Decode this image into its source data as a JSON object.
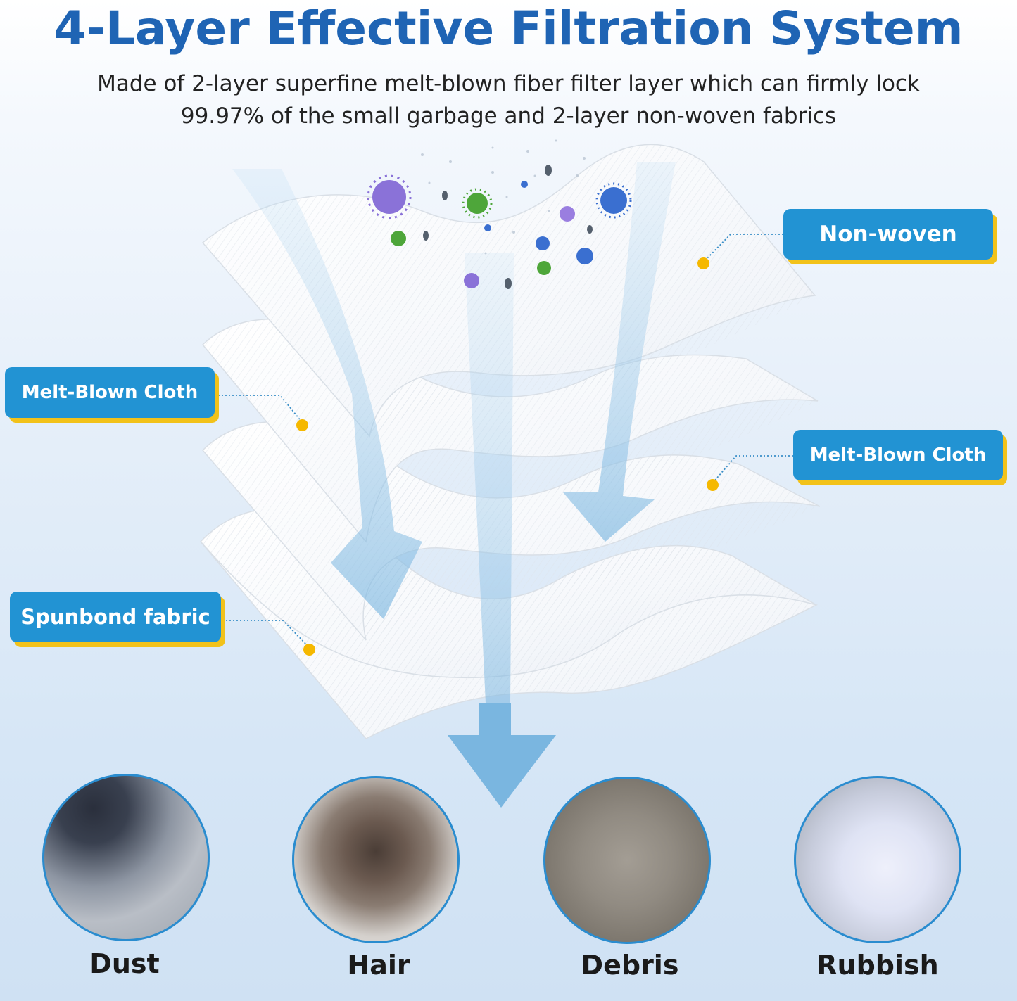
{
  "header": {
    "title": "4-Layer Effective Filtration System",
    "subtitle_line1": "Made of 2-layer superfine melt-blown fiber filter layer which can firmly lock",
    "subtitle_line2": "99.97% of the small garbage and 2-layer non-woven fabrics"
  },
  "layers": {
    "nonwoven": "Non-woven",
    "melt_blown_left": "Melt-Blown Cloth",
    "melt_blown_right": "Melt-Blown Cloth",
    "spunbond": "Spunbond fabric"
  },
  "debris_types": [
    {
      "label": "Dust"
    },
    {
      "label": "Hair"
    },
    {
      "label": "Debris"
    },
    {
      "label": "Rubbish"
    }
  ],
  "colors": {
    "title": "#1f64b4",
    "label_bg": "#2293d3",
    "label_shadow": "#f2c21a",
    "dot": "#f5b800",
    "arrow": "#7ab6e0",
    "circle_border": "#2a8ccf"
  }
}
